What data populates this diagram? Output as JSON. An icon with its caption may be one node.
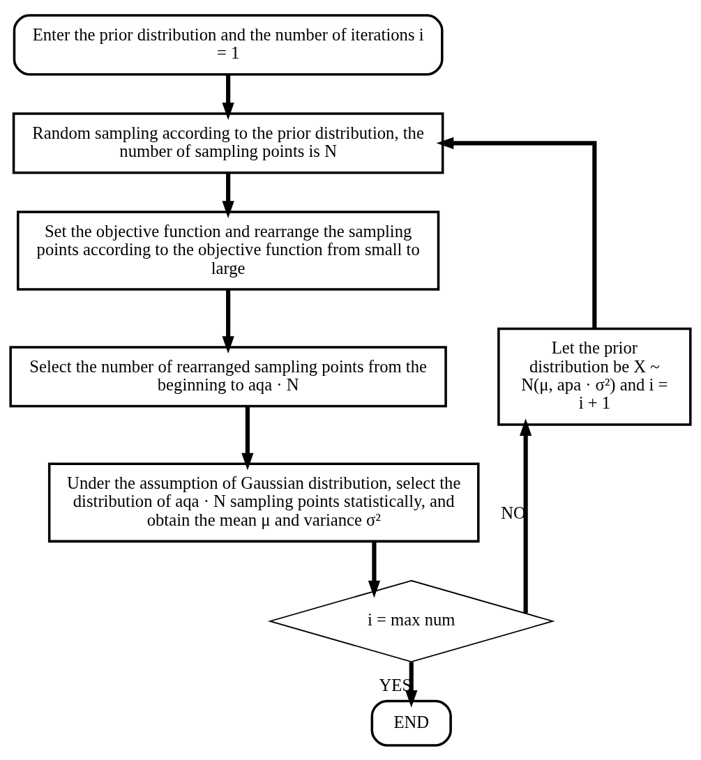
{
  "diagram": {
    "nodes": [
      {
        "text": [
          "Enter the prior distribution and the number of iterations i = 1"
        ]
      },
      {
        "text": [
          "Random sampling according to the prior distribution, the number of sampling points is N"
        ]
      },
      {
        "text": [
          "Set the objective function and rearrange the sampling points according to the objective function from small to large"
        ]
      },
      {
        "text": [
          "Select the number of rearranged sampling points from the beginning to aqa · N"
        ]
      },
      {
        "text": [
          "Under the assumption of Gaussian distribution, select the distribution of aqa · N sampling points statistically, and obtain the mean μ and variance σ²"
        ]
      },
      {
        "text": [
          "i = max num"
        ]
      },
      {
        "text": [
          "END"
        ]
      },
      {
        "text": [
          "Let the prior distribution be X ~ N(μ, apa · σ²) and i = i + 1"
        ]
      }
    ],
    "edges": [
      {
        "from": 0,
        "to": 1,
        "arrow": "to"
      },
      {
        "from": 1,
        "to": 2,
        "arrow": "to"
      },
      {
        "from": 2,
        "to": 3,
        "arrow": "to"
      },
      {
        "from": 3,
        "to": 4,
        "arrow": "to"
      },
      {
        "from": 4,
        "to": 5,
        "arrow": "to"
      },
      {
        "from": 5,
        "to": 6,
        "label": "YES",
        "arrow": "to"
      },
      {
        "from": 5,
        "to": 7,
        "label": "NO",
        "arrow": "to"
      },
      {
        "from": 7,
        "to": 1,
        "arrow": "to"
      }
    ]
  }
}
